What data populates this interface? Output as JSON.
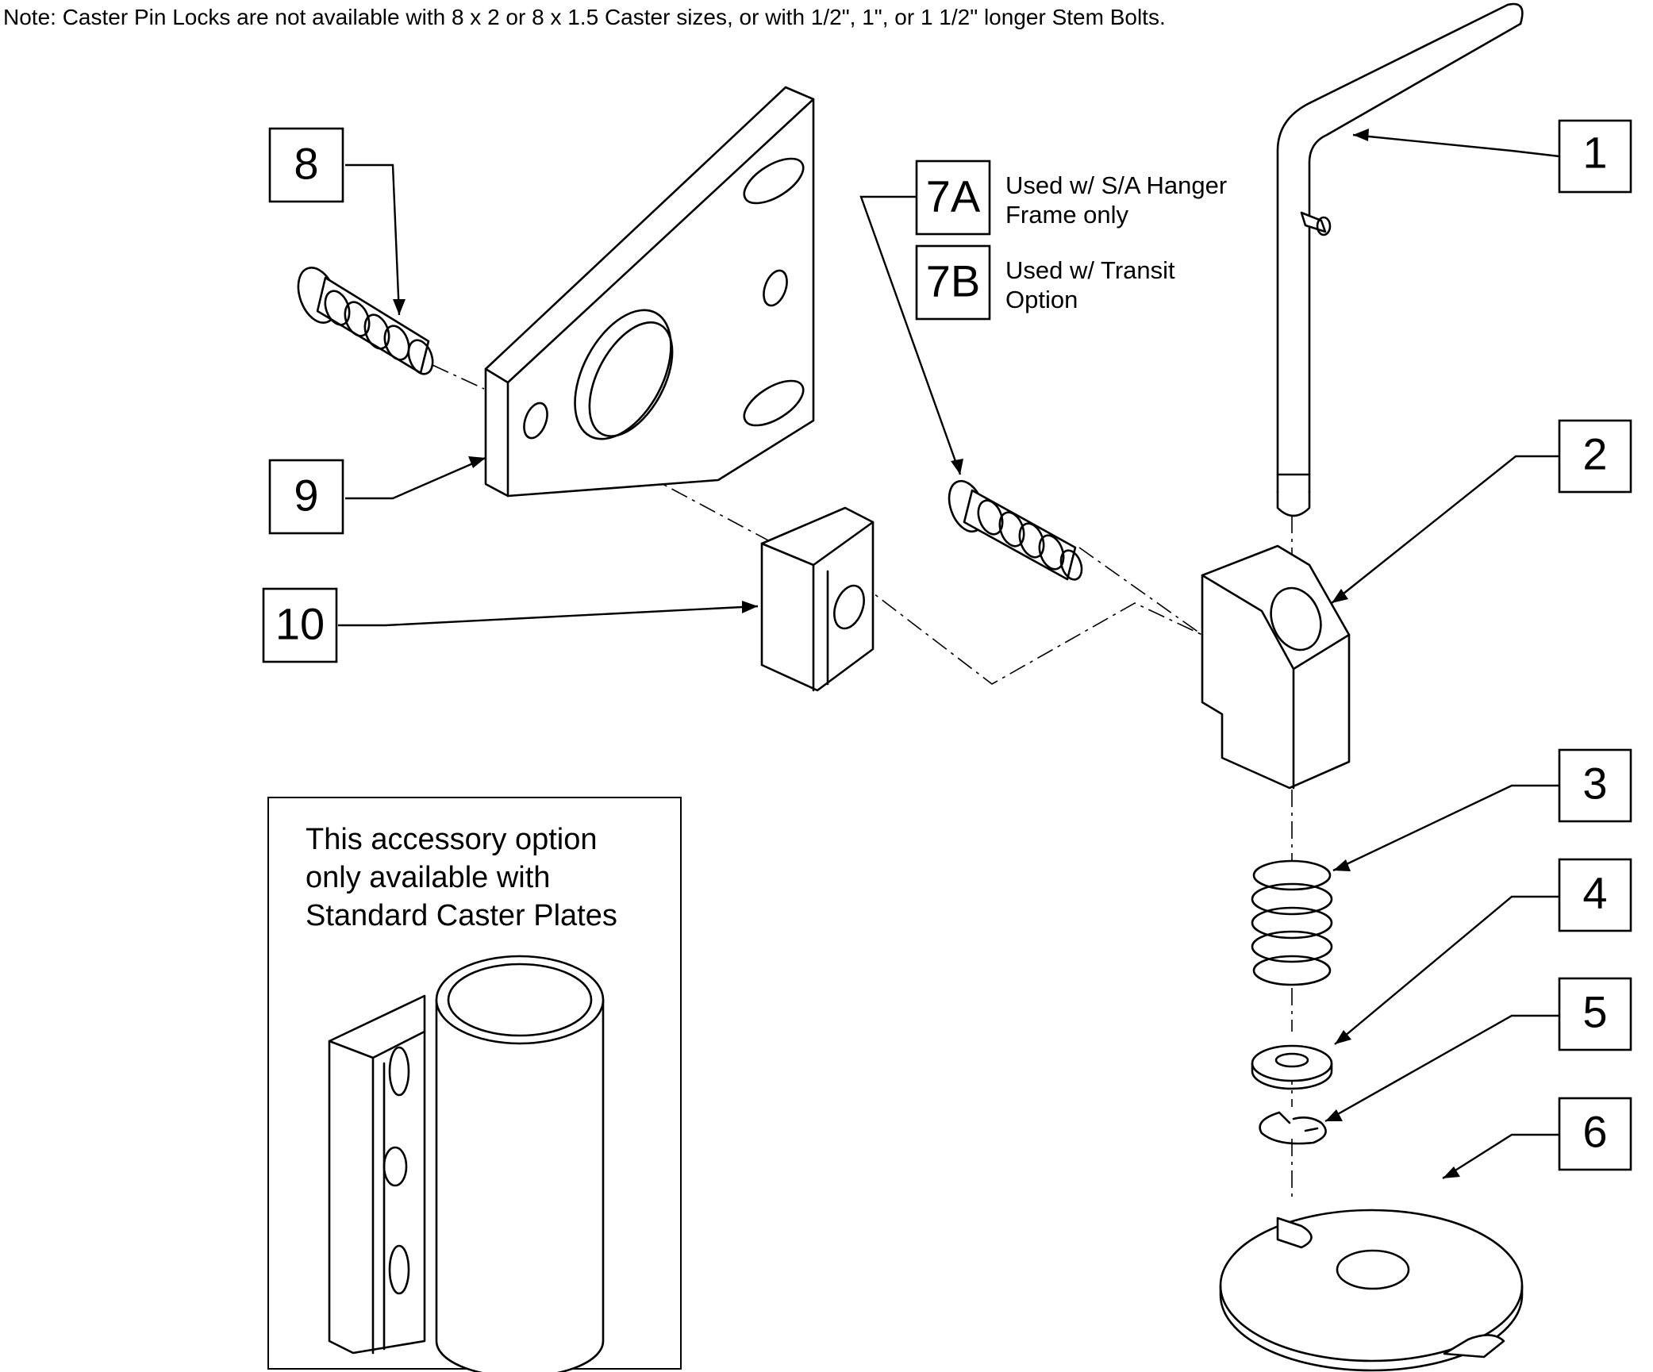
{
  "note": "Note: Caster Pin Locks are not available with 8 x 2 or 8 x 1.5 Caster sizes, or with 1/2\", 1\", or 1 1/2\" longer Stem Bolts.",
  "callouts": {
    "c1": "1",
    "c2": "2",
    "c3": "3",
    "c4": "4",
    "c5": "5",
    "c6": "6",
    "c7a": "7A",
    "c7b": "7B",
    "c8": "8",
    "c9": "9",
    "c10": "10"
  },
  "labels": {
    "c7a_line1": "Used w/ S/A Hanger",
    "c7a_line2": "Frame only",
    "c7b_line1": "Used w/ Transit",
    "c7b_line2": "Option"
  },
  "inset": {
    "line1": "This accessory option",
    "line2": "only available with",
    "line3": "Standard Caster Plates"
  }
}
